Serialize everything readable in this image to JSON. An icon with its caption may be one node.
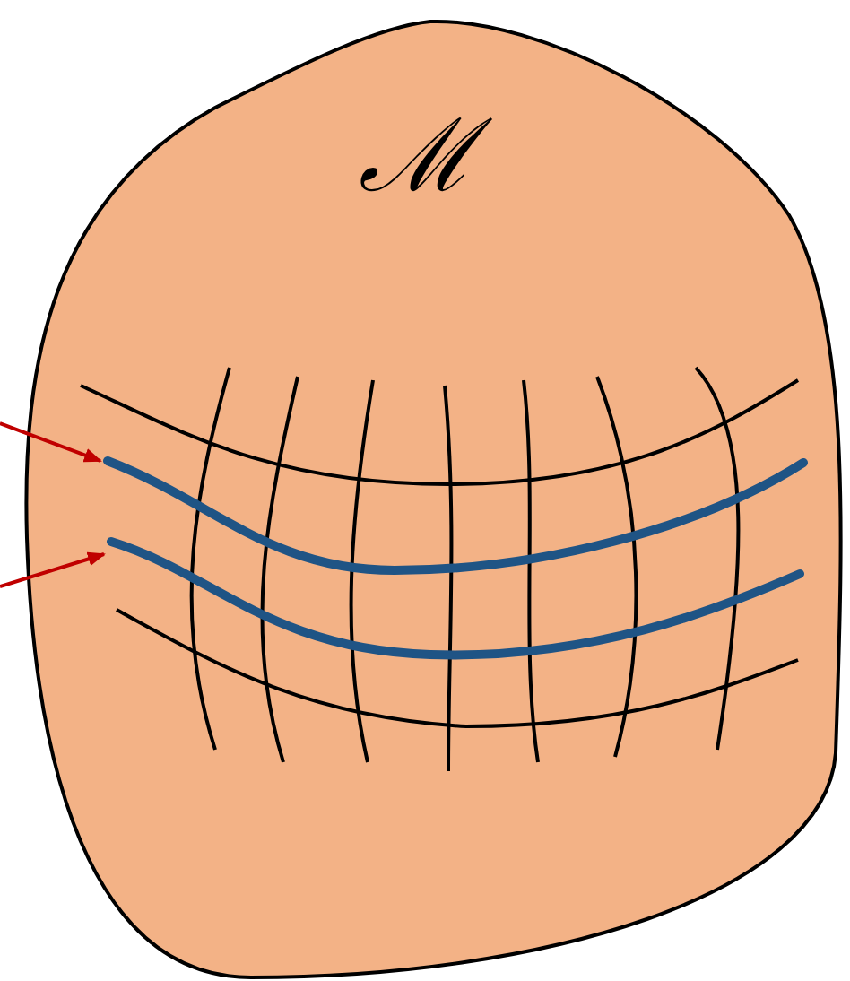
{
  "diagram": {
    "nodes": [
      {
        "text": [
          "ℳ"
        ]
      },
      {
        "text": [],
        "shape": "curve",
        "in": 0
      },
      {
        "text": [],
        "shape": "curve",
        "in": 0
      }
    ],
    "edges": [
      {
        "from": null,
        "to": 1,
        "arrow": "to"
      },
      {
        "from": null,
        "to": 2,
        "arrow": "to"
      }
    ]
  }
}
